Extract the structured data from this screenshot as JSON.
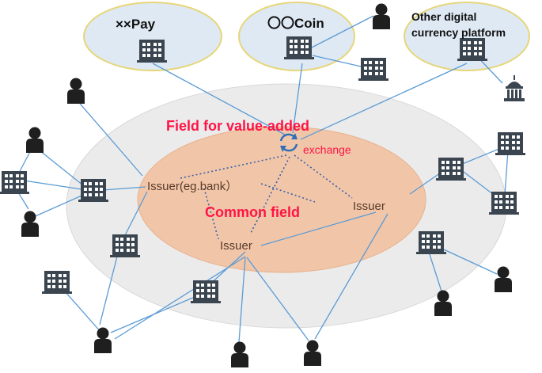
{
  "platforms": {
    "pay": "××Pay",
    "coin": "〇〇Coin",
    "other_line1": "Other digital",
    "other_line2": "currency platform"
  },
  "fields": {
    "value_added": "Field for value-added",
    "exchange": "exchange",
    "common": "Common field"
  },
  "issuers": {
    "bank": "Issuer(eg.bank）",
    "right": "Issuer",
    "bottom": "Issuer"
  },
  "icons": {
    "building": "building-icon",
    "person": "person-icon",
    "government": "government-building-icon",
    "exchange": "exchange-arrows-icon"
  },
  "colors": {
    "outer_ellipse": "#ebebeb",
    "common_ellipse": "#f1c6a8",
    "platform_ellipse": "#dfe9f4",
    "platform_stroke": "#e6d67a",
    "highlight_text": "#ff1446",
    "issuer_text": "#5a3a2a",
    "line": "#5b9bd5",
    "icon": "#3a4550"
  }
}
